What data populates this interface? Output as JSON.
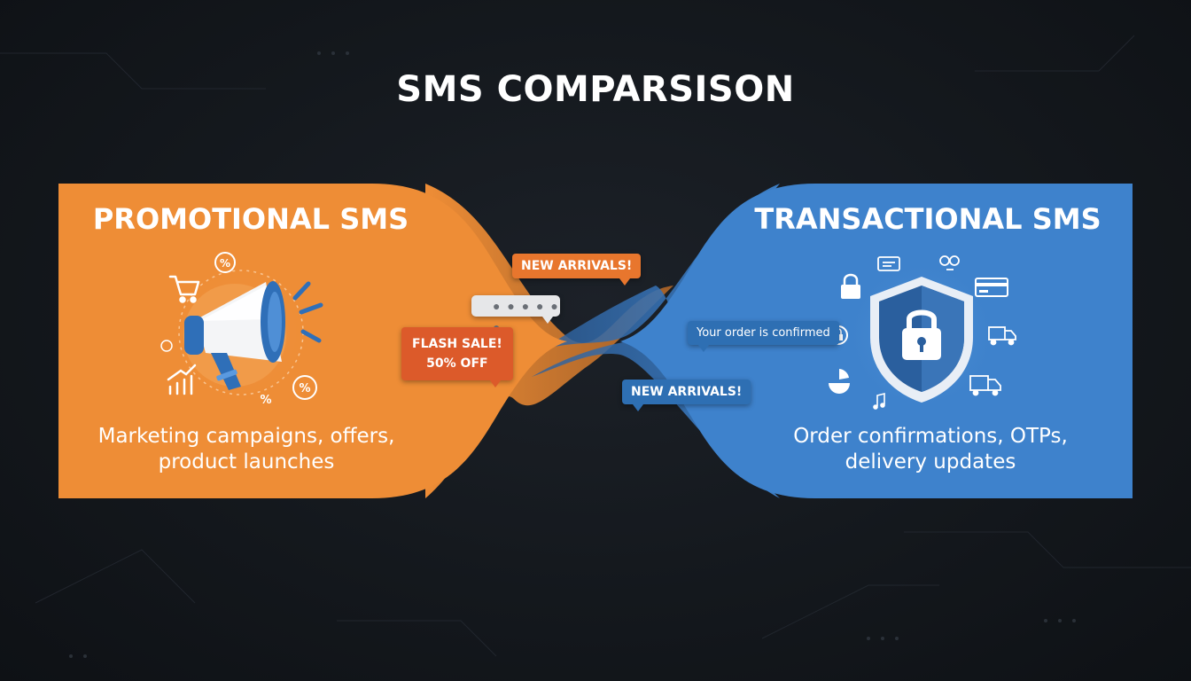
{
  "title": "SMS COMPARSISON",
  "promotional": {
    "heading": "PROMOTIONAL SMS",
    "description_line1": "Marketing campaigns, offers,",
    "description_line2": "product launches",
    "color": "#ee8d36",
    "icons": [
      "megaphone-icon",
      "shopping-cart-icon",
      "percent-badge-icon",
      "growth-chart-icon",
      "percent-icon"
    ]
  },
  "transactional": {
    "heading": "TRANSACTIONAL SMS",
    "description_line1": "Order confirmations, OTPs,",
    "description_line2": "delivery updates",
    "color": "#3e82cc",
    "icons": [
      "shield-lock-icon",
      "padlock-icon",
      "chat-icon",
      "link-icon",
      "credit-card-icon",
      "delivery-truck-icon",
      "pie-chart-icon",
      "music-note-icon"
    ]
  },
  "bubbles": {
    "new_arrivals_top": "NEW ARRIVALS!",
    "typing": "● ● ● ● ● ●",
    "flash_sale_line1": "FLASH SALE!",
    "flash_sale_line2": "50% OFF",
    "order_confirmed": "Your order is confirmed",
    "new_arrivals_bottom": "NEW ARRIVALS!"
  }
}
